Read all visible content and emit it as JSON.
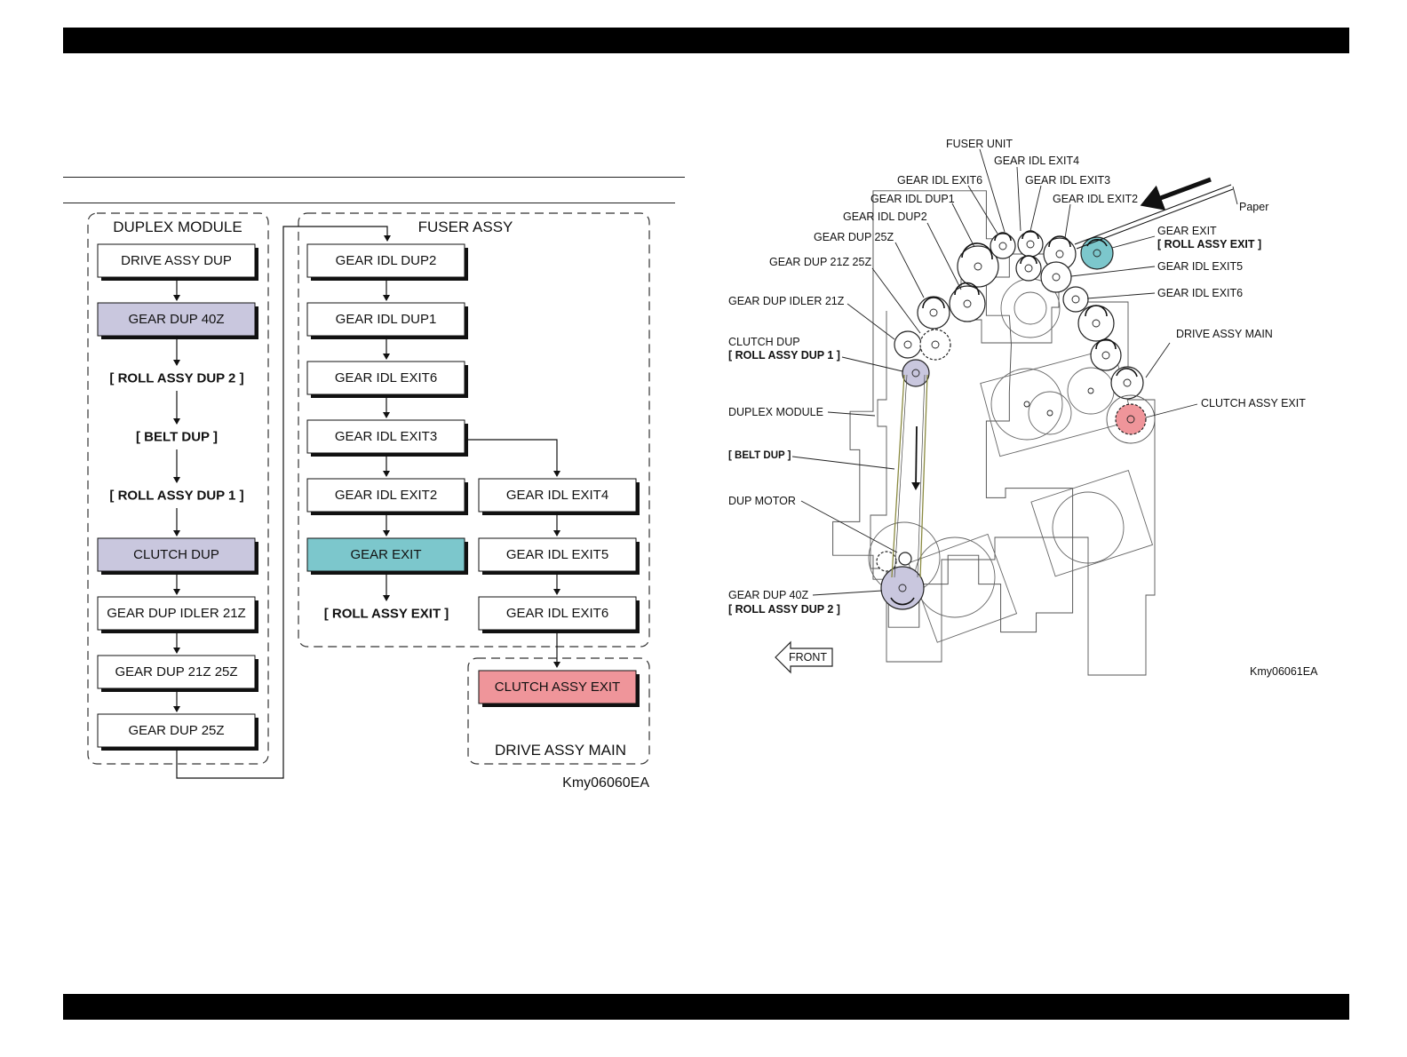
{
  "colors": {
    "purple": "#c9c7de",
    "teal": "#7cc7cc",
    "pink": "#ef959a",
    "box": "#ffffff",
    "bars": "#000000"
  },
  "flow": {
    "groups": {
      "duplex": "DUPLEX MODULE",
      "fuser": "FUSER ASSY",
      "drive": "DRIVE ASSY MAIN"
    },
    "duplex_column": [
      "DRIVE ASSY DUP",
      "GEAR DUP 40Z",
      "[ ROLL ASSY DUP 2 ]",
      "[ BELT DUP ]",
      "[ ROLL ASSY DUP 1 ]",
      "CLUTCH DUP",
      "GEAR DUP IDLER 21Z",
      "GEAR DUP 21Z 25Z",
      "GEAR DUP 25Z"
    ],
    "fuser_column_a": [
      "GEAR IDL DUP2",
      "GEAR IDL DUP1",
      "GEAR IDL EXIT6",
      "GEAR IDL EXIT3",
      "GEAR IDL EXIT2",
      "GEAR EXIT",
      "[ ROLL ASSY EXIT ]"
    ],
    "fuser_column_b": [
      "GEAR IDL EXIT4",
      "GEAR IDL EXIT5",
      "GEAR IDL EXIT6"
    ],
    "drive_box": "CLUTCH ASSY EXIT",
    "figure_id": "Kmy06060EA"
  },
  "illustration": {
    "labels": {
      "fuser_unit": "FUSER UNIT",
      "gear_idl_exit4": "GEAR IDL EXIT4",
      "gear_idl_exit6": "GEAR IDL EXIT6",
      "gear_idl_exit3": "GEAR IDL EXIT3",
      "gear_idl_dup1": "GEAR IDL DUP1",
      "gear_idl_exit2": "GEAR IDL EXIT2",
      "gear_idl_dup2": "GEAR IDL DUP2",
      "paper": "Paper",
      "gear_dup_25z": "GEAR DUP 25Z",
      "gear_exit": "GEAR EXIT",
      "roll_assy_exit": "[ ROLL ASSY EXIT ]",
      "gear_dup_21z_25z": "GEAR DUP 21Z 25Z",
      "gear_idl_exit5": "GEAR IDL EXIT5",
      "gear_idl_exit6_right": "GEAR IDL EXIT6",
      "gear_dup_idler_21z": "GEAR DUP IDLER 21Z",
      "drive_assy_main": "DRIVE ASSY MAIN",
      "clutch_dup": "CLUTCH DUP",
      "roll_assy_dup_1": "[ ROLL ASSY DUP 1 ]",
      "clutch_assy_exit": "CLUTCH ASSY EXIT",
      "duplex_module": "DUPLEX MODULE",
      "belt_dup": "[ BELT DUP ]",
      "dup_motor": "DUP MOTOR",
      "gear_dup_40z": "GEAR DUP 40Z",
      "roll_assy_dup_2": "[ ROLL ASSY DUP 2 ]",
      "front": "FRONT"
    },
    "figure_id": "Kmy06061EA"
  }
}
